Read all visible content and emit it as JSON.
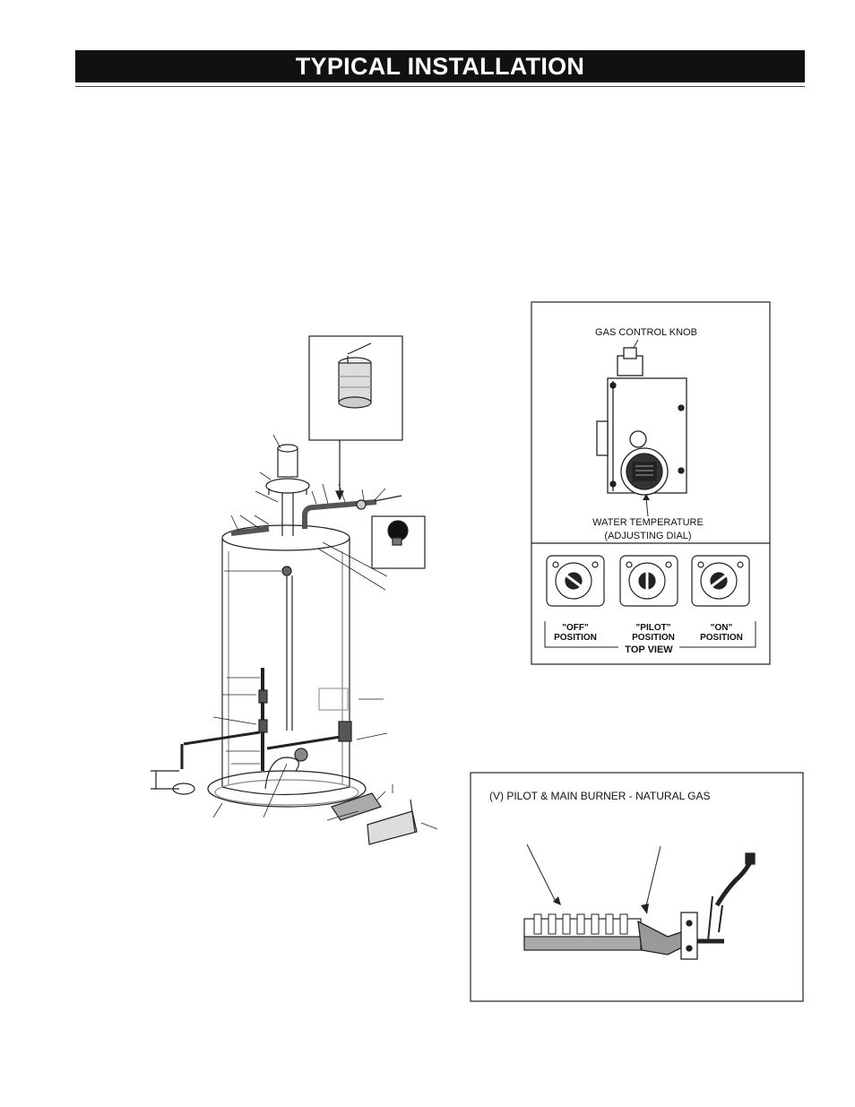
{
  "title": "TYPICAL INSTALLATION",
  "gas_control": {
    "knob_label": "GAS CONTROL KNOB",
    "dial_label_line1": "WATER TEMPERATURE",
    "dial_label_line2": "(ADJUSTING DIAL)",
    "positions": [
      {
        "line1": "\"OFF\"",
        "line2": "POSITION"
      },
      {
        "line1": "\"PILOT\"",
        "line2": "POSITION"
      },
      {
        "line1": "\"ON\"",
        "line2": "POSITION"
      }
    ],
    "top_view_label": "TOP VIEW"
  },
  "burner": {
    "label": "(V) PILOT & MAIN BURNER - NATURAL GAS"
  }
}
